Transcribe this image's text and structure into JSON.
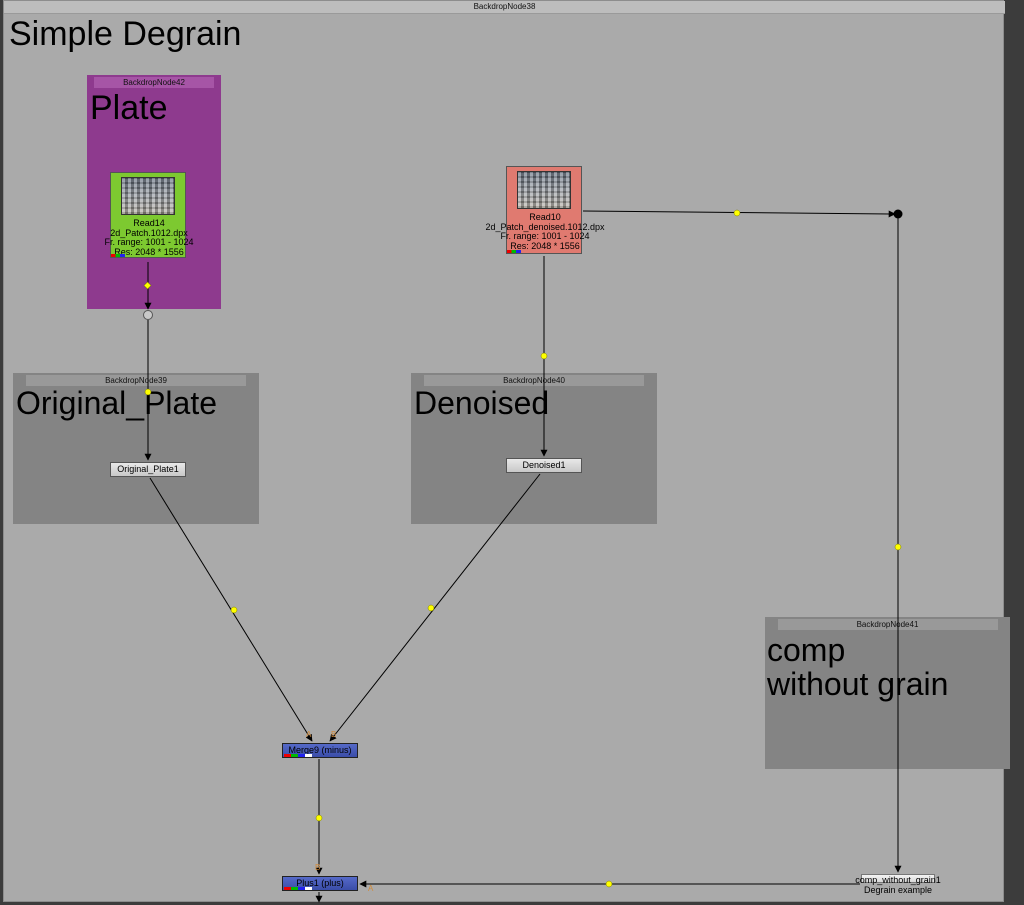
{
  "backdrops": {
    "main": {
      "header": "BackdropNode38",
      "title": "Simple Degrain"
    },
    "plate": {
      "header": "BackdropNode42",
      "title": "Plate"
    },
    "original": {
      "header": "BackdropNode39",
      "title": "Original_Plate"
    },
    "denoised": {
      "header": "BackdropNode40",
      "title": "Denoised"
    },
    "comp": {
      "header": "BackdropNode41",
      "title": "comp\nwithout grain"
    }
  },
  "nodes": {
    "read14": {
      "name": "Read14",
      "file": "2d_Patch.1012.dpx",
      "range": "Fr. range: 1001 - 1024",
      "res": "Res: 2048 * 1556"
    },
    "read10": {
      "name": "Read10",
      "file": "2d_Patch_denoised.1012.dpx",
      "range": "Fr. range: 1001 - 1024",
      "res": "Res: 2048 * 1556"
    },
    "original_plate1": "Original_Plate1",
    "denoised1": "Denoised1",
    "merge9": "Merge9 (minus)",
    "plus1": "Plus1 (plus)",
    "comp_without_grain1": {
      "name": "comp_without_grain1",
      "sublabel": "Degrain example"
    }
  },
  "input_labels": {
    "a": "A",
    "b": "B"
  },
  "colors": {
    "backdrop_main": "#aaaaaa",
    "backdrop_plate": "#8e3a8e",
    "backdrop_grey": "#848484",
    "read14_tile": "#7dc930",
    "read10_tile": "#e07a70",
    "merge_tile": "#3a4da8",
    "wire_dot": "#ffff00"
  }
}
